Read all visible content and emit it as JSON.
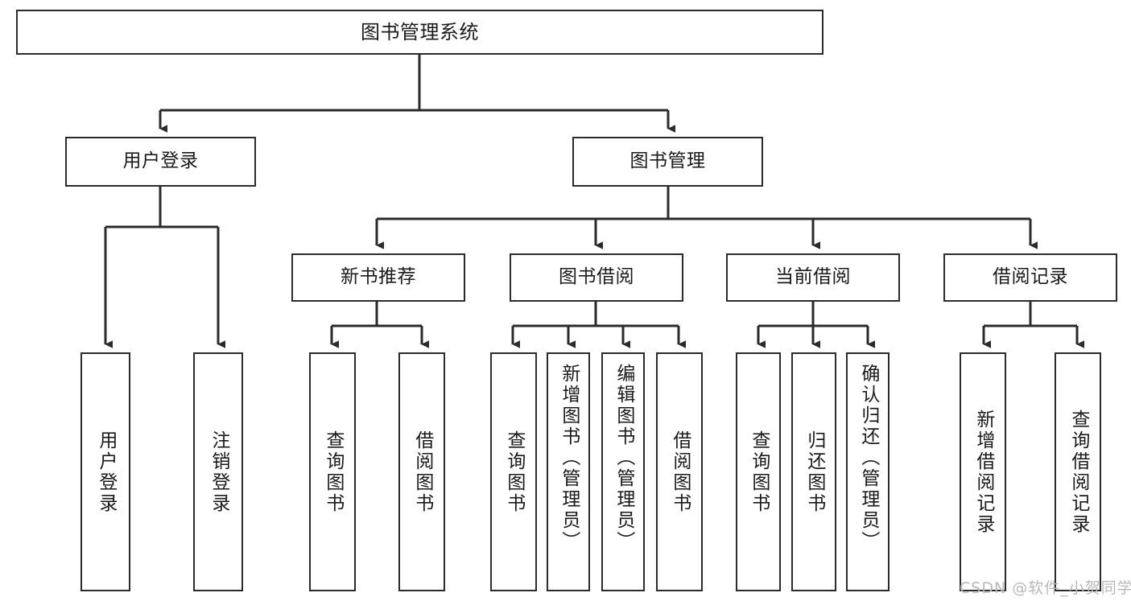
{
  "diagram": {
    "type": "tree-flowchart",
    "title": "图书管理系统",
    "watermark": "CSDN @软件_小贺同学",
    "colors": {
      "box_border": "#2b2b2b",
      "box_fill": "#ffffff",
      "line": "#2b2b2b",
      "text": "#1a1a1a",
      "watermark": "#b9b9b9"
    },
    "nodes": {
      "root": {
        "label": "图书管理系统"
      },
      "level2": [
        {
          "label": "用户登录"
        },
        {
          "label": "图书管理"
        }
      ],
      "level3": [
        {
          "label": "新书推荐"
        },
        {
          "label": "图书借阅"
        },
        {
          "label": "当前借阅"
        },
        {
          "label": "借阅记录"
        }
      ],
      "leaves": {
        "user_login": [
          {
            "label": "用户登录"
          },
          {
            "label": "注销登录"
          }
        ],
        "new_book_recommend": [
          {
            "label": "查询图书"
          },
          {
            "label": "借阅图书"
          }
        ],
        "book_borrow": [
          {
            "label": "查询图书"
          },
          {
            "label": "新增图书（管理员）"
          },
          {
            "label": "编辑图书（管理员）"
          },
          {
            "label": "借阅图书"
          }
        ],
        "current_borrow": [
          {
            "label": "查询图书"
          },
          {
            "label": "归还图书"
          },
          {
            "label": "确认归还（管理员）"
          }
        ],
        "borrow_record": [
          {
            "label": "新增借阅记录"
          },
          {
            "label": "查询借阅记录"
          }
        ]
      }
    }
  }
}
